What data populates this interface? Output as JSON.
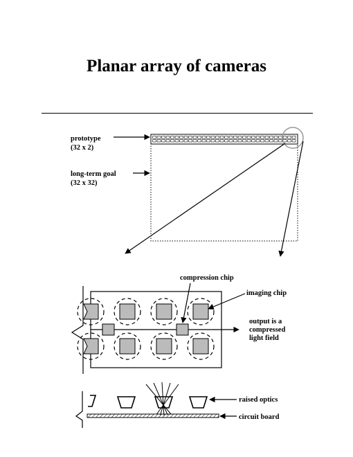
{
  "title": "Planar array of cameras",
  "labels": {
    "prototype": "prototype",
    "prototype_dims": "(32 x 2)",
    "long_term_goal": "long-term goal",
    "long_term_dims": "(32 x 32)",
    "compression_chip": "compression chip",
    "imaging_chip": "imaging chip",
    "output_line1": "output is a",
    "output_line2": "compressed",
    "output_line3": "light field",
    "raised_optics": "raised optics",
    "circuit_board": "circuit board"
  },
  "array": {
    "prototype_columns": 32,
    "prototype_rows": 2,
    "goal_columns": 32,
    "goal_rows": 32
  },
  "colors": {
    "chip_fill": "#bbbbbb",
    "ink": "#000000",
    "highlight_circle": "#999999",
    "board_hatch": "#000000"
  }
}
